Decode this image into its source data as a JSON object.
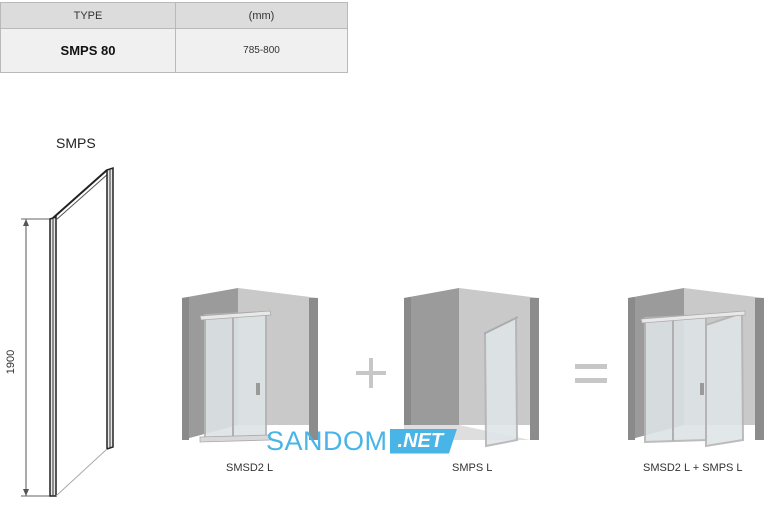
{
  "table": {
    "header": [
      "TYPE",
      "(mm)"
    ],
    "row": {
      "type": "SMPS 80",
      "size": "785-800"
    }
  },
  "panel": {
    "title": "SMPS",
    "height_label": "1900"
  },
  "combination": {
    "items": [
      {
        "caption": "SMSD2 L",
        "icon": "enclosure-sliding-door-drawing"
      },
      {
        "caption": "SMPS L",
        "icon": "enclosure-side-panel-drawing"
      },
      {
        "caption": "SMSD2 L + SMPS L",
        "icon": "enclosure-combined-drawing"
      }
    ],
    "operators": [
      "+",
      "="
    ]
  },
  "watermark": {
    "brand": "SANDOM",
    "tld": ".NET"
  },
  "colors": {
    "watermark": "#49b4e6",
    "table_header": "#dcdcdc",
    "table_row": "#f0f0f0"
  }
}
